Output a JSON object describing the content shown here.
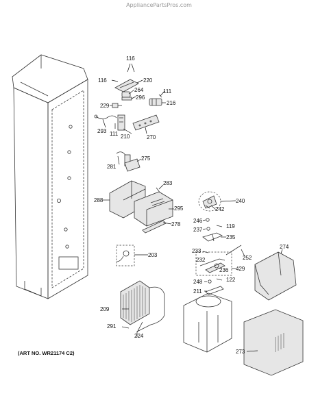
{
  "header": {
    "watermark": "AppliancePartsPros.com"
  },
  "footer": {
    "art_number": "(ART NO. WR21174 C2)"
  },
  "callouts": {
    "c116a": "116",
    "c116b": "116",
    "c220": "220",
    "c264": "264",
    "c296": "296",
    "c111a": "111",
    "c216": "216",
    "c229": "229",
    "c293": "293",
    "c210": "210",
    "c111b": "111",
    "c270": "270",
    "c281": "281",
    "c275": "275",
    "c283": "283",
    "c288": "288",
    "c295": "295",
    "c278": "278",
    "c240": "240",
    "c242": "242",
    "c246": "246",
    "c119": "119",
    "c237": "237",
    "c235": "235",
    "c203": "203",
    "c274": "274",
    "c233": "233",
    "c252": "252",
    "c232": "232",
    "c236": "236",
    "c429": "429",
    "c248": "248",
    "c122": "122",
    "c211": "211",
    "c209": "209",
    "c291": "291",
    "c224": "224",
    "c273": "273"
  }
}
